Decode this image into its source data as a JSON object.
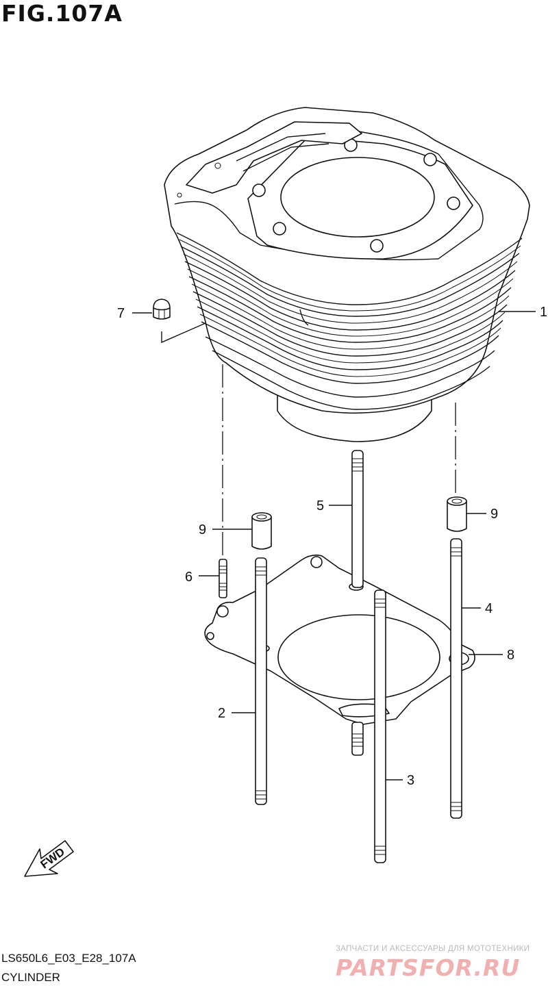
{
  "figure": {
    "title": "FIG.107A"
  },
  "callouts": [
    {
      "id": "1",
      "label": "1"
    },
    {
      "id": "2",
      "label": "2"
    },
    {
      "id": "3",
      "label": "3"
    },
    {
      "id": "4",
      "label": "4"
    },
    {
      "id": "5",
      "label": "5"
    },
    {
      "id": "6",
      "label": "6"
    },
    {
      "id": "7",
      "label": "7"
    },
    {
      "id": "8",
      "label": "8"
    },
    {
      "id": "9a",
      "label": "9"
    },
    {
      "id": "9b",
      "label": "9"
    }
  ],
  "direction_arrow": {
    "label": "FWD"
  },
  "footer": {
    "code": "LS650L6_E03_E28_107A",
    "name": "CYLINDER"
  },
  "watermark": {
    "subtitle": "ЗАПЧАСТИ И АКСЕССУАРЫ ДЛЯ МОТОТЕХНИКИ",
    "brand": "PARTSFOR.RU"
  }
}
